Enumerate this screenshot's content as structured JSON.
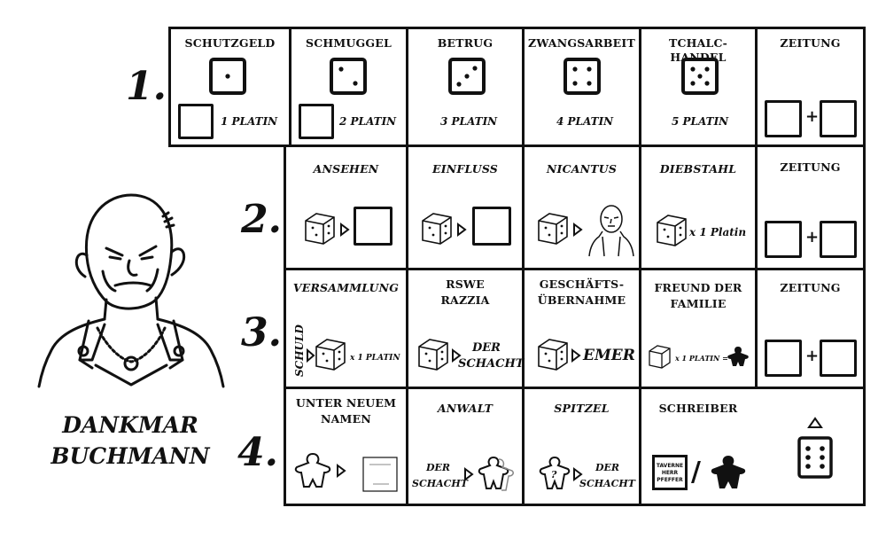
{
  "character": {
    "name_line1": "DANKMAR",
    "name_line2": "BUCHMANN"
  },
  "rows": [
    {
      "number": "1.",
      "cells": [
        {
          "title": "SCHUTZGELD",
          "value": "1 PLATIN"
        },
        {
          "title": "SCHMUGGEL",
          "value": "2 PLATIN"
        },
        {
          "title": "BETRUG",
          "value": "3 PLATIN"
        },
        {
          "title": "ZWANGSARBEIT",
          "value": "4 PLATIN"
        },
        {
          "title": "TCHALC-HANDEL",
          "value": "5 PLATIN"
        },
        {
          "title": "ZEITUNG"
        }
      ]
    },
    {
      "number": "2.",
      "cells": [
        {
          "title": "ANSEHEN"
        },
        {
          "title": "EINFLUSS"
        },
        {
          "title": "NICANTUS"
        },
        {
          "title": "DIEBSTAHL",
          "value": "x 1 Platin"
        },
        {
          "title": "ZEITUNG"
        }
      ]
    },
    {
      "number": "3.",
      "cells": [
        {
          "title": "VERSAMMLUNG",
          "side": "SCHULD",
          "value": "x 1 PLATIN"
        },
        {
          "title_line1": "RSWE",
          "title_line2": "RAZZIA",
          "value_line1": "DER",
          "value_line2": "SCHACHT"
        },
        {
          "title_line1": "GESCHÄFTS-",
          "title_line2": "ÜBERNAHME",
          "value": "EMER"
        },
        {
          "title_line1": "FREUND DER",
          "title_line2": "FAMILIE",
          "value": "x 1 PLATIN ="
        },
        {
          "title": "ZEITUNG"
        }
      ]
    },
    {
      "number": "4.",
      "cells": [
        {
          "title_line1": "UNTER NEUEM",
          "title_line2": "NAMEN"
        },
        {
          "title": "ANWALT",
          "value_line1": "DER",
          "value_line2": "SCHACHT"
        },
        {
          "title": "SPITZEL",
          "value_line1": "DER",
          "value_line2": "SCHACHT"
        },
        {
          "title": "SCHREIBER",
          "card_line1": "TAVERNE",
          "card_line2": "HERR",
          "card_line3": "PFEFFER",
          "slash": "/"
        }
      ]
    }
  ],
  "symbols": {
    "plus": "+",
    "question": "?"
  }
}
